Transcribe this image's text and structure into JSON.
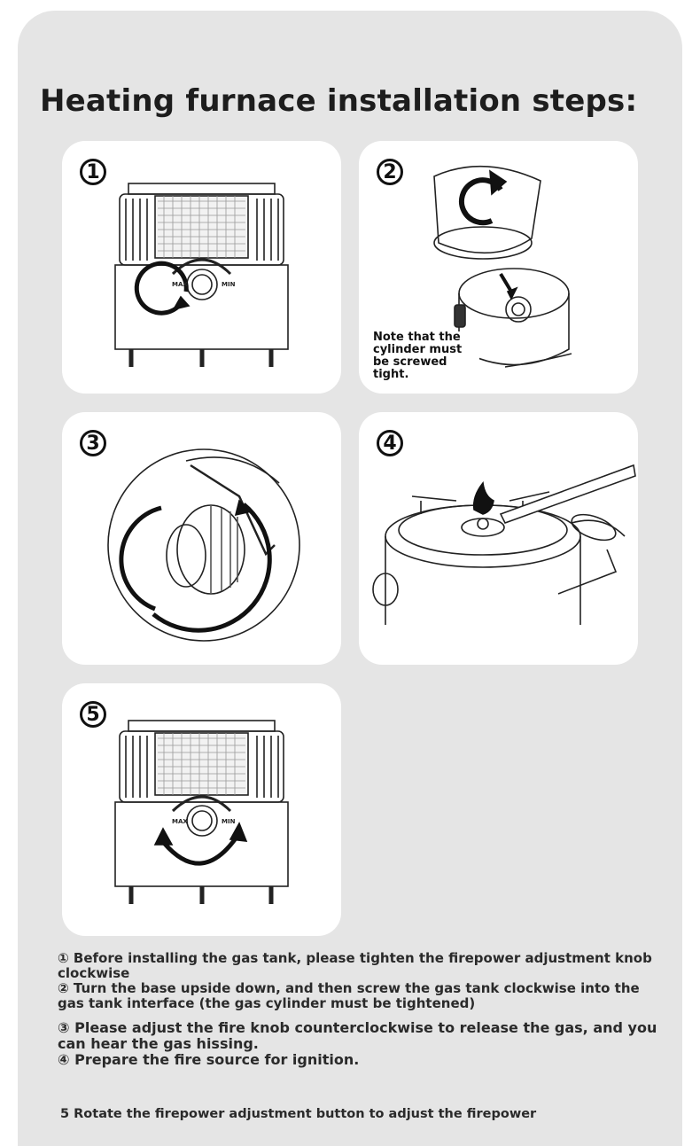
{
  "title": "Heating furnace installation steps:",
  "cards": [
    {
      "number": "1"
    },
    {
      "number": "2",
      "note": "Note that the cylinder must be screwed tight."
    },
    {
      "number": "3"
    },
    {
      "number": "4"
    },
    {
      "number": "5"
    }
  ],
  "knob_labels": {
    "max": "MAX",
    "min": "MIN"
  },
  "steps": [
    "① Before installing the gas tank, please tighten the firepower adjustment knob clockwise",
    "② Turn the base upside down, and then screw the gas tank clockwise into the gas tank interface (the gas cylinder must be tightened)",
    "③ Please adjust the fire knob counterclockwise to release the gas, and you can hear the gas hissing.",
    "④ Prepare the fire source for ignition.",
    "5 Rotate the firepower adjustment button to adjust the firepower"
  ]
}
